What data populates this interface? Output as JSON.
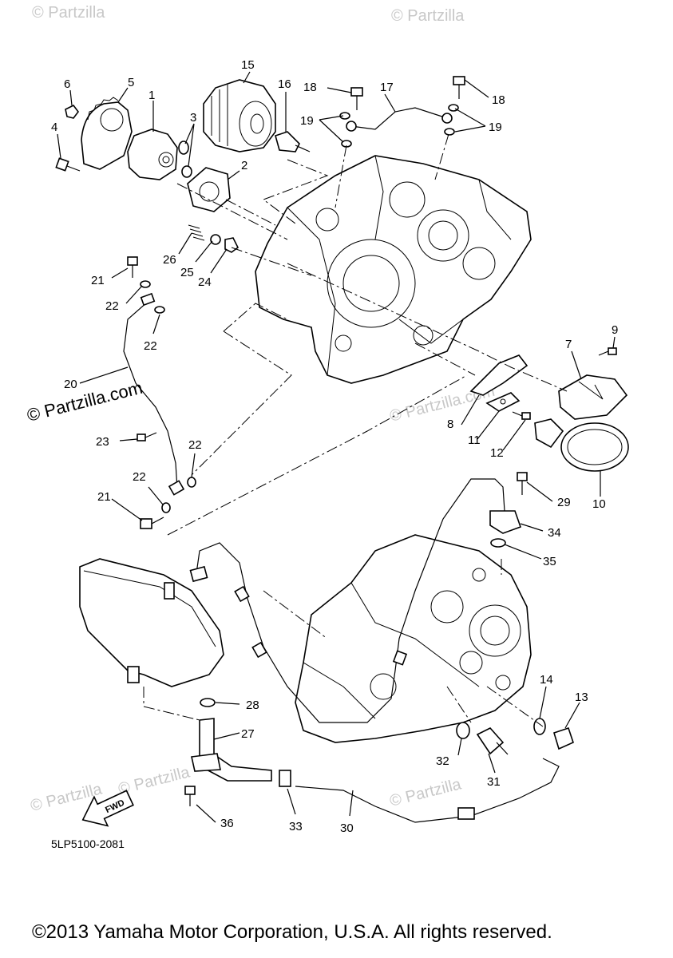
{
  "watermark": "© Partzilla",
  "watermark_main": "© Partzilla.com",
  "watermark_small": "© Partzilla.com",
  "diagram_code": "5LP5100-2081",
  "fwd_label": "FWD",
  "copyright": "©2013 Yamaha Motor Corporation, U.S.A. All rights reserved.",
  "callouts": {
    "c1": "1",
    "c2": "2",
    "c3": "3",
    "c4": "4",
    "c5": "5",
    "c6": "6",
    "c7": "7",
    "c8": "8",
    "c9": "9",
    "c10": "10",
    "c11": "11",
    "c12": "12",
    "c13": "13",
    "c14": "14",
    "c15": "15",
    "c16": "16",
    "c17": "17",
    "c18a": "18",
    "c18b": "18",
    "c19a": "19",
    "c19b": "19",
    "c20": "20",
    "c21a": "21",
    "c21b": "21",
    "c22a": "22",
    "c22b": "22",
    "c22c": "22",
    "c22d": "22",
    "c23": "23",
    "c24": "24",
    "c25": "25",
    "c26": "26",
    "c27": "27",
    "c28": "28",
    "c29": "29",
    "c30": "30",
    "c31": "31",
    "c32": "32",
    "c33": "33",
    "c34": "34",
    "c35": "35",
    "c36": "36"
  }
}
